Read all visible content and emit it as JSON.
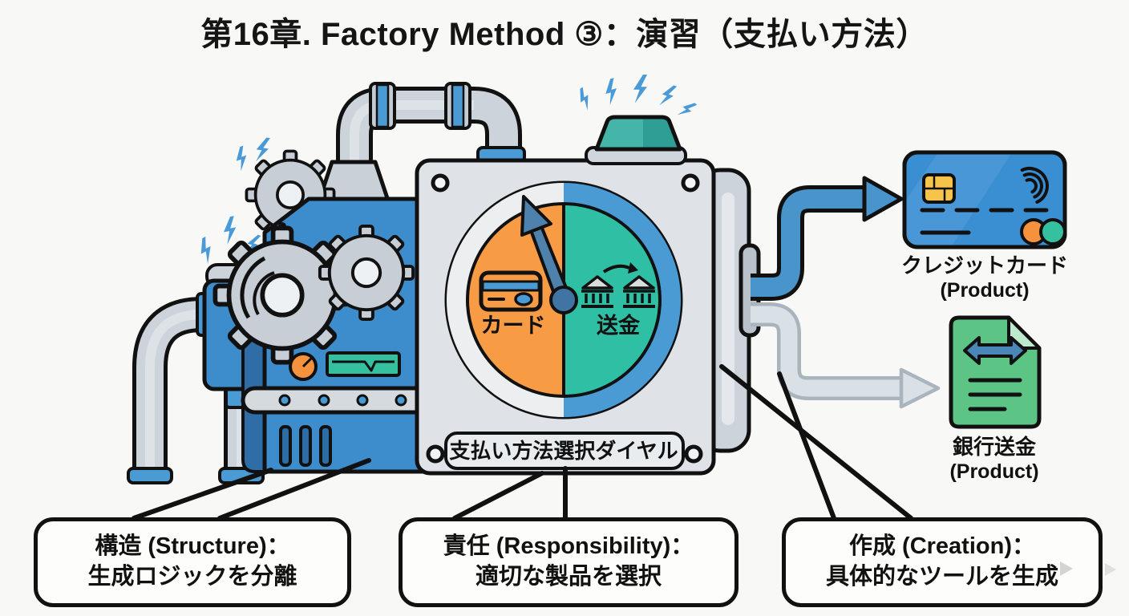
{
  "title": "第16章. Factory Method ③：演習（支払い方法）",
  "machine": {
    "name": "factory-machine",
    "dial": {
      "caption": "支払い方法選択ダイヤル",
      "left_option": {
        "label": "カード",
        "icon": "credit-card-icon",
        "color": "#f79b45"
      },
      "right_option": {
        "label": "送金",
        "icon": "bank-transfer-icon",
        "color": "#2ebfa4"
      }
    }
  },
  "products": [
    {
      "name": "クレジットカード",
      "type": "(Product)",
      "icon": "credit-card-icon",
      "arrow_color": "#4a94cc"
    },
    {
      "name": "銀行送金",
      "type": "(Product)",
      "icon": "transfer-document-icon",
      "arrow_color": "#d9e0e6"
    }
  ],
  "callouts": [
    {
      "title": "構造 (Structure)：",
      "description": "生成ロジックを分離"
    },
    {
      "title": "責任 (Responsibility)：",
      "description": "適切な製品を選択"
    },
    {
      "title": "作成 (Creation)：",
      "description": "具体的なツールを生成"
    }
  ],
  "colors": {
    "machine_blue": "#3d8ccb",
    "pipe_gray": "#ccd3da",
    "panel_gray": "#dfe3e7",
    "dial_orange": "#f79b45",
    "dial_teal": "#2ebfa4",
    "accent_blue": "#4a9ad4",
    "lightning_blue": "#4a9ad8",
    "card_blue": "#3a8ed2",
    "doc_green": "#5cc585",
    "lamp_teal": "#45b5aa"
  }
}
